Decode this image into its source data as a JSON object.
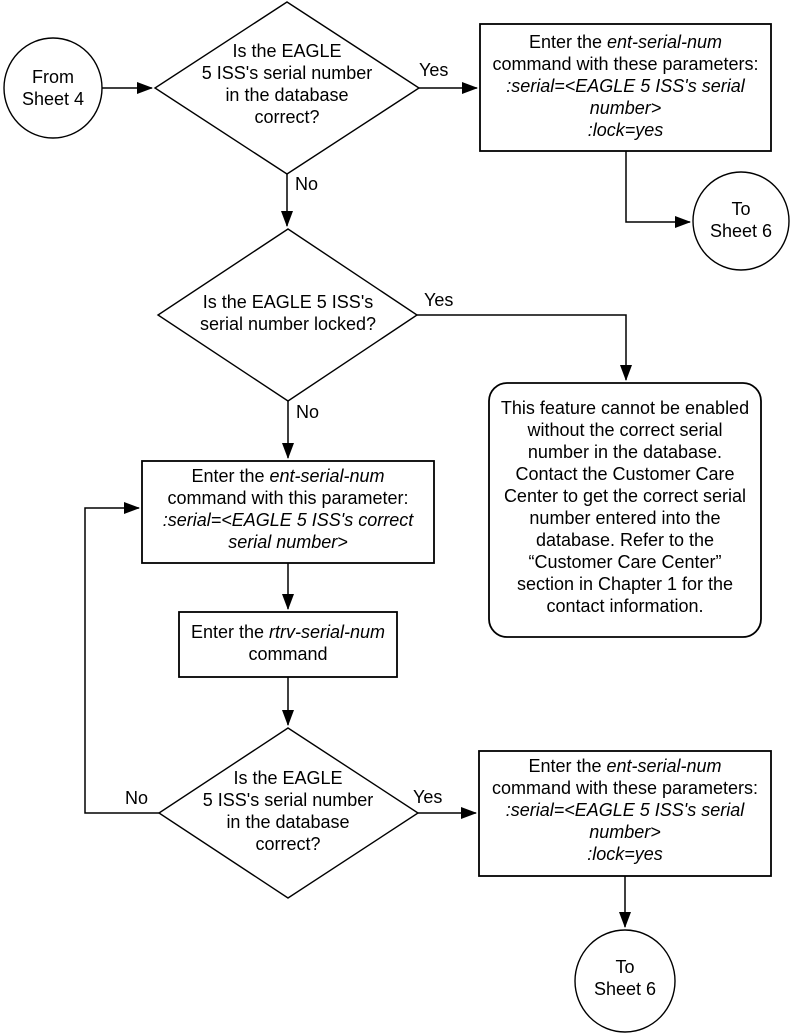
{
  "diagram": {
    "kind": "flowchart",
    "ink_color": "#000000",
    "bg_color": "#ffffff",
    "nodes": {
      "start": {
        "shape": "circle",
        "label": "From\nSheet 4"
      },
      "check_serial_top": {
        "shape": "diamond",
        "label": "Is the EAGLE\n5 ISS's serial number\nin the database\ncorrect?"
      },
      "enter_lock_top": {
        "shape": "process",
        "lines": [
          [
            {
              "t": "Enter the "
            },
            {
              "t": "ent-serial-num",
              "i": 1
            }
          ],
          [
            {
              "t": "command with these parameters:"
            }
          ],
          [
            {
              "t": ":serial=<EAGLE 5 ISS's serial",
              "i": 1
            }
          ],
          [
            {
              "t": "number>",
              "i": 1
            }
          ],
          [
            {
              "t": ":lock=yes",
              "i": 1
            }
          ]
        ]
      },
      "to_sheet6_top": {
        "shape": "circle",
        "label": "To\nSheet 6"
      },
      "check_locked": {
        "shape": "diamond",
        "label": "Is the EAGLE 5 ISS's\nserial number locked?"
      },
      "cannot_enable": {
        "shape": "rounded",
        "label": "This feature cannot be enabled\nwithout the correct serial\nnumber in the database.\nContact the Customer Care\nCenter to get the correct serial\nnumber entered into the\ndatabase. Refer to the\n“Customer Care Center”\nsection in Chapter 1 for the\ncontact information."
      },
      "enter_correct_serial": {
        "shape": "process",
        "lines": [
          [
            {
              "t": "Enter the "
            },
            {
              "t": "ent-serial-num",
              "i": 1
            }
          ],
          [
            {
              "t": "command with this parameter:"
            }
          ],
          [
            {
              "t": ":serial=<EAGLE 5 ISS's correct",
              "i": 1
            }
          ],
          [
            {
              "t": "serial number>",
              "i": 1
            }
          ]
        ]
      },
      "enter_rtrv": {
        "shape": "process",
        "lines": [
          [
            {
              "t": "Enter the "
            },
            {
              "t": "rtrv-serial-num",
              "i": 1
            }
          ],
          [
            {
              "t": "command"
            }
          ]
        ]
      },
      "check_serial_bottom": {
        "shape": "diamond",
        "label": "Is the EAGLE\n5 ISS's serial number\nin the database\ncorrect?"
      },
      "enter_lock_bottom": {
        "shape": "process",
        "lines": [
          [
            {
              "t": "Enter the "
            },
            {
              "t": "ent-serial-num",
              "i": 1
            }
          ],
          [
            {
              "t": "command with these parameters:"
            }
          ],
          [
            {
              "t": ":serial=<EAGLE 5 ISS's serial",
              "i": 1
            }
          ],
          [
            {
              "t": "number>",
              "i": 1
            }
          ],
          [
            {
              "t": ":lock=yes",
              "i": 1
            }
          ]
        ]
      },
      "to_sheet6_bottom": {
        "shape": "circle",
        "label": "To\nSheet 6"
      }
    },
    "edge_labels": {
      "yes_top": "Yes",
      "no_top": "No",
      "yes_locked": "Yes",
      "no_locked": "No",
      "no_bottom": "No",
      "yes_bottom": "Yes"
    }
  }
}
